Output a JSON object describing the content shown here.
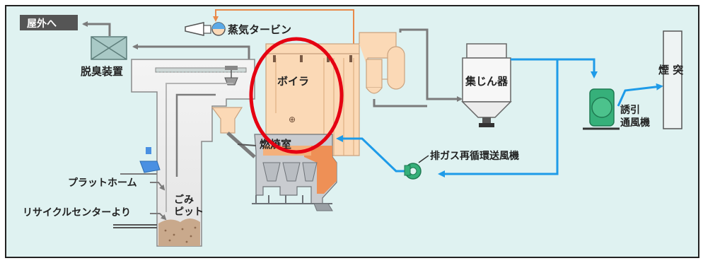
{
  "labels": {
    "outdoor": "屋外へ",
    "deodorizer": "脱臭装置",
    "steam_turbine": "蒸気タービン",
    "boiler": "ボイラ",
    "combustion_chamber": "燃焼室",
    "dust_collector": "集じん器",
    "induced_draft_fan": [
      "誘引",
      "通風機"
    ],
    "chimney": "煙 突",
    "gas_recirculation_fan": "排ガス再循環送風機",
    "platform": "プラットホーム",
    "refuse_pit": [
      "ごみ",
      "ピット"
    ],
    "from_recycle_center": "リサイクルセンターより"
  },
  "colors": {
    "background": "#dff2f1",
    "boiler_fill": "#fbd9b6",
    "boiler_stroke": "#c9a27f",
    "hot_fill": "#f08c4f",
    "steam_line": "#e98a4a",
    "flue_line": "#7b7b7b",
    "recirc_line": "#1e9be8",
    "highlight_circle": "#e50012",
    "fan_fill": "#36b07a",
    "outdoor_label_bg": "#555555"
  }
}
